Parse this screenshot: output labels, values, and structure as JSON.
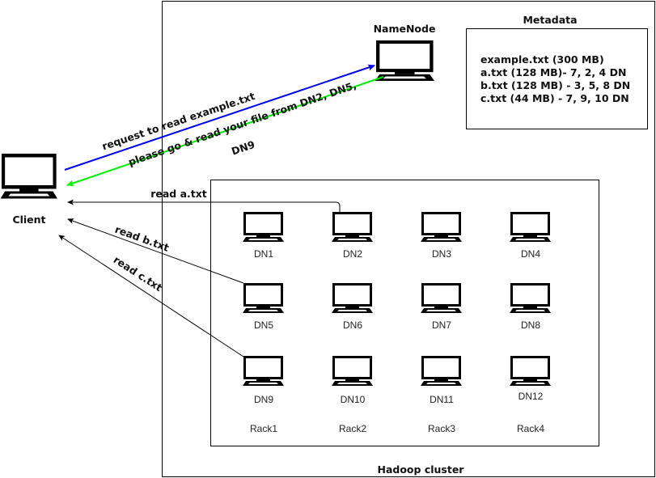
{
  "diagram": {
    "cluster_label": "Hadoop cluster",
    "namenode": {
      "label": "NameNode"
    },
    "client": {
      "label": "Client"
    },
    "metadata": {
      "title": "Metadata",
      "lines": [
        "example.txt (300 MB)",
        "a.txt (128 MB)- 7, 2, 4 DN",
        "b.txt (128 MB) - 3, 5, 8 DN",
        "c.txt (44 MB) - 7, 9, 10 DN"
      ]
    },
    "datanodes": [
      [
        "DN1",
        "DN2",
        "DN3",
        "DN4"
      ],
      [
        "DN5",
        "DN6",
        "DN7",
        "DN8"
      ],
      [
        "DN9",
        "DN10",
        "DN11",
        "DN12"
      ]
    ],
    "racks": [
      "Rack1",
      "Rack2",
      "Rack3",
      "Rack4"
    ],
    "edges": {
      "request": {
        "label": "request to read example.txt",
        "color": "#0000ee"
      },
      "response": {
        "label_line1": "please go & read your file from DN2, DN5,",
        "label_line2": "DN9",
        "color": "#00ee00"
      },
      "read_a": {
        "label": "read a.txt"
      },
      "read_b": {
        "label": "read b.txt"
      },
      "read_c": {
        "label": "read c.txt"
      }
    }
  }
}
